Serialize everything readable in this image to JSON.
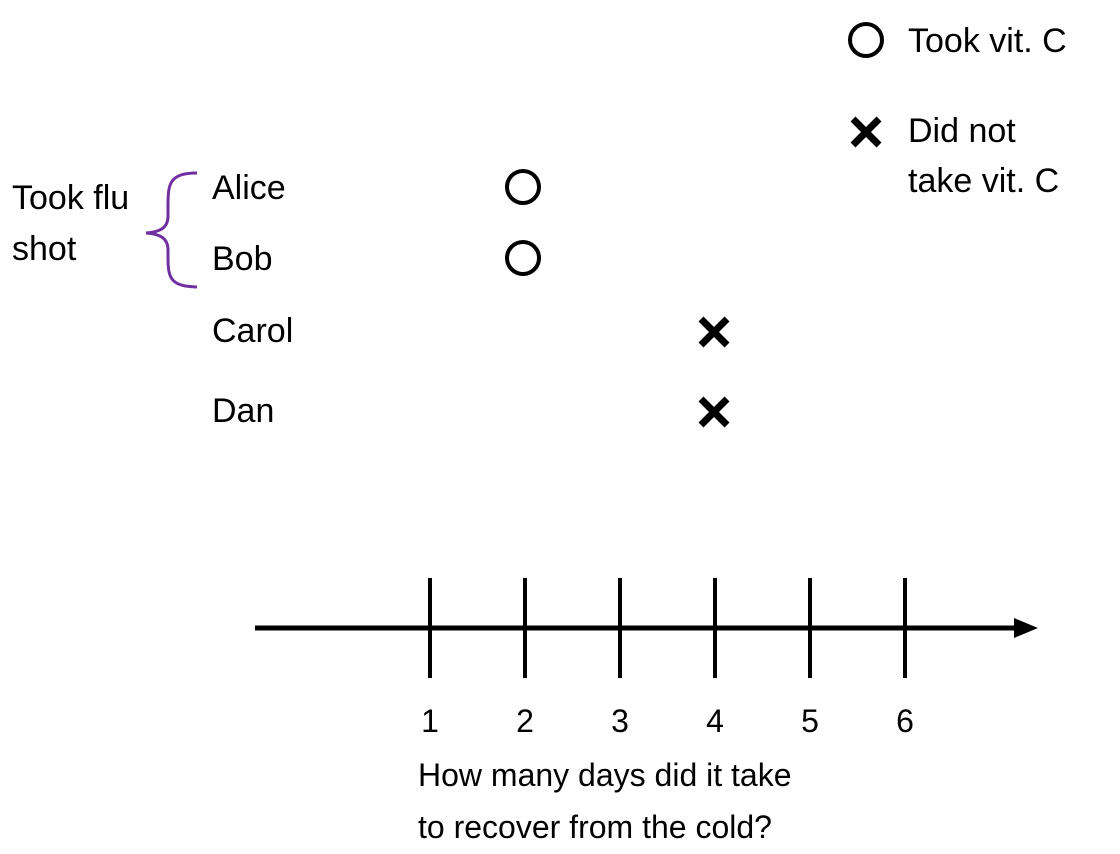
{
  "chart_data": {
    "type": "scatter",
    "xlabel_lines": [
      "How many days did it take",
      "to recover from the cold?"
    ],
    "x_ticks": [
      1,
      2,
      3,
      4,
      5,
      6
    ],
    "people": [
      {
        "name": "Alice",
        "days": 2,
        "took_vit_c": true
      },
      {
        "name": "Bob",
        "days": 2,
        "took_vit_c": true
      },
      {
        "name": "Carol",
        "days": 4,
        "took_vit_c": false
      },
      {
        "name": "Dan",
        "days": 4,
        "took_vit_c": false
      }
    ],
    "legend": [
      {
        "marker": "circle",
        "lines": [
          "Took vit. C"
        ]
      },
      {
        "marker": "cross",
        "lines": [
          "Did not",
          "take vit. C"
        ]
      }
    ],
    "group": {
      "lines": [
        "Took flu",
        "shot"
      ],
      "members": [
        "Alice",
        "Bob"
      ],
      "brace_color": "#7030A0"
    },
    "colors": {
      "ink": "#000000",
      "brace": "#7030A0"
    }
  }
}
